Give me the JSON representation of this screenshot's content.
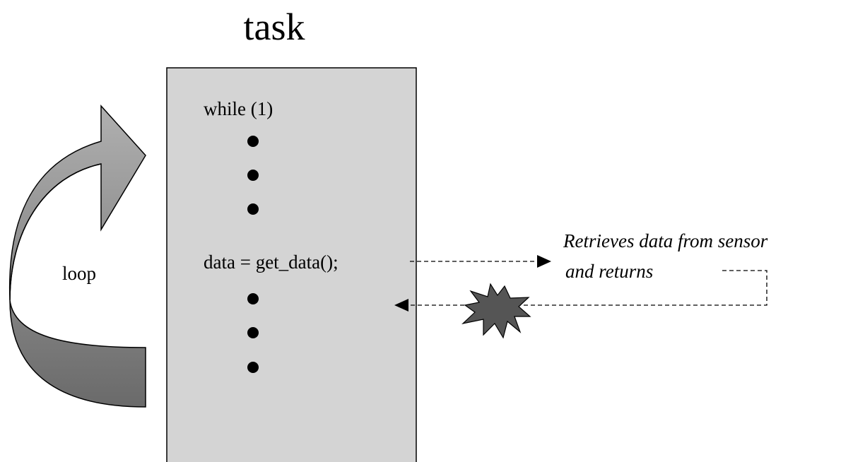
{
  "diagram": {
    "title": "task",
    "loop_label": "loop",
    "code": {
      "line1": "while (1)",
      "line2": "data = get_data();"
    },
    "annotation": {
      "line1": "Retrieves data from sensor",
      "line2": "and returns"
    },
    "colors": {
      "task_box_fill": "#d4d4d4",
      "arrow_fill_light": "#a8a8a8",
      "arrow_fill_dark": "#6e6e6e",
      "starburst_fill": "#555555"
    },
    "icons": [
      "loop-arrow-icon",
      "bullet-icon",
      "starburst-icon",
      "arrowhead-icon"
    ]
  }
}
